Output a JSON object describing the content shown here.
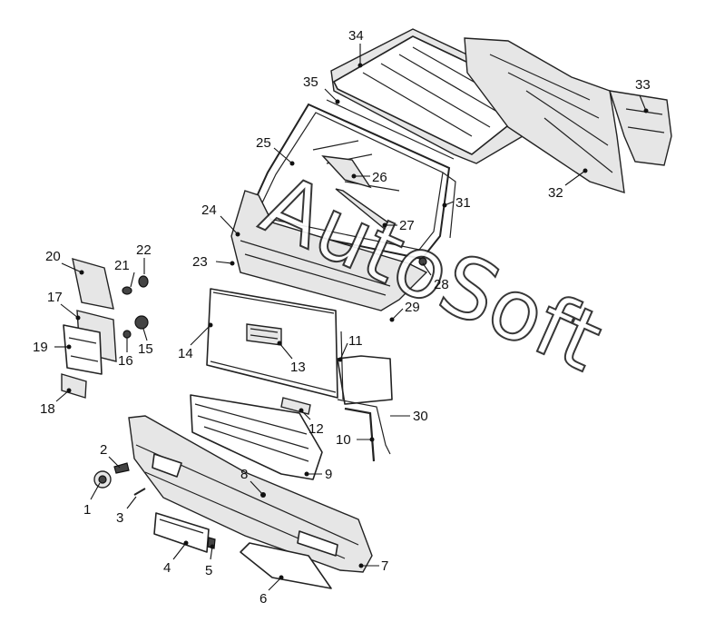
{
  "diagram": {
    "watermark": "AutoSoft",
    "callouts": [
      "1",
      "2",
      "3",
      "4",
      "5",
      "6",
      "7",
      "8",
      "9",
      "10",
      "11",
      "12",
      "13",
      "14",
      "15",
      "16",
      "17",
      "18",
      "19",
      "20",
      "21",
      "22",
      "23",
      "24",
      "25",
      "26",
      "27",
      "28",
      "29",
      "30",
      "31",
      "32",
      "33",
      "34",
      "35"
    ]
  }
}
